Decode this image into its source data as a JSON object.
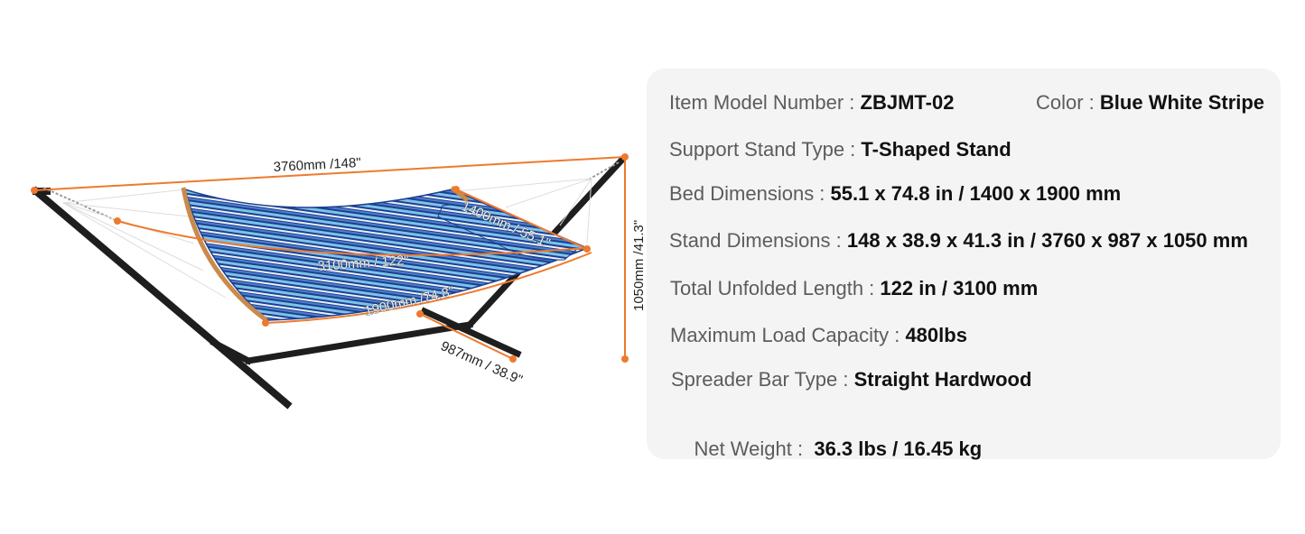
{
  "diagram": {
    "labels": {
      "overall_length": "3760mm /148\"",
      "height": "1050mm /41.3\"",
      "bed_width": "1400mm / 55.1\"",
      "unfolded_length": "3100mm / 122\"",
      "bed_length": "1900mm /74.8\"",
      "stand_width": "987mm / 38.9\""
    },
    "colors": {
      "dimension_line": "#ee7a2e",
      "frame": "#1e1e1e",
      "stripe_dark": "#1d3f8f",
      "stripe_light": "#7cc3ea",
      "spreader_bar": "#c98a4b"
    }
  },
  "specs": {
    "model": {
      "label": "Item Model Number : ",
      "value": "ZBJMT-02"
    },
    "color": {
      "label": "Color : ",
      "value": "Blue White Stripe"
    },
    "stand_type": {
      "label": "Support Stand Type : ",
      "value": "T-Shaped Stand"
    },
    "bed_dimensions": {
      "label": "Bed Dimensions : ",
      "value": "55.1 x 74.8 in / 1400 x 1900 mm"
    },
    "stand_dimensions": {
      "label": "Stand Dimensions : ",
      "value": "148 x 38.9 x 41.3 in / 3760 x 987 x 1050 mm"
    },
    "unfolded_length": {
      "label": "Total Unfolded Length : ",
      "value": "122 in / 3100 mm"
    },
    "load_capacity": {
      "label": "Maximum Load Capacity : ",
      "value": "480lbs"
    },
    "spreader_bar": {
      "label": "Spreader Bar Type : ",
      "value": "Straight Hardwood"
    },
    "net_weight": {
      "label": "Net Weight :  ",
      "value": "36.3 lbs / 16.45 kg"
    }
  }
}
